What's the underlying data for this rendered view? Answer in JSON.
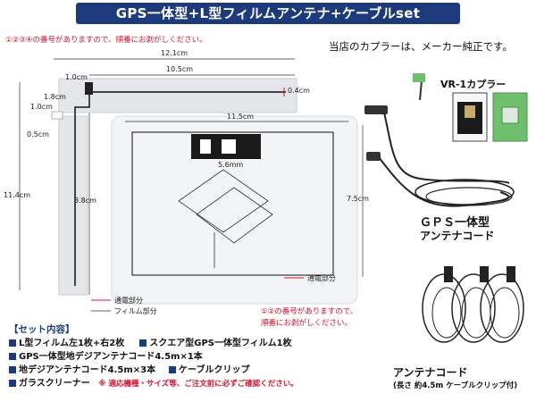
{
  "banner": {
    "title": "GPS一体型+L型フィルムアンテナ+ケーブルset"
  },
  "notice_top": "①②③④の番号がありますので、順番にお剥がしください。",
  "coupler_note": "当店のカプラーは、メーカー純正です。",
  "coupler_label": "VR-1カプラー",
  "dimensions": {
    "d121": "12.1cm",
    "d105": "10.5cm",
    "d10a": "1.0cm",
    "d18": "1.8cm",
    "d04": "0.4cm",
    "d10b": "1.0cm",
    "d05": "0.5cm",
    "d114": "11.4cm",
    "d88": "8.8cm",
    "d115": "11.5cm",
    "d56": "5.6mm",
    "d75": "7.5cm"
  },
  "legend": {
    "conduct_l": "通電部分",
    "film_l": "フィルム部分",
    "conduct_r": "通電部分"
  },
  "notice_mid": {
    "line1": "①②の番号がありますので、",
    "line2": "順番にお剥がしください。"
  },
  "gps_label": {
    "line1": "ＧＰＳ一体型",
    "line2": "アンテナコード"
  },
  "antenna_label": {
    "line1": "アンテナコード",
    "line2": "(長さ 約4.5m ケーブルクリップ付)"
  },
  "set_contents": {
    "title": "【セット内容】",
    "item1": "L型フィルム左1枚+右2枚",
    "item2": "スクエア型GPS一体型フィルム1枚",
    "item3": "GPS一体型地デジアンテナコード4.5m×1本",
    "item4": "地デジアンテナコード4.5m×3本",
    "item5": "ケーブルクリップ",
    "item6": "ガラスクリーナー",
    "warning": "※ 適応機種・サイズ等、ご注文前に必ずご確認ください。"
  },
  "colors": {
    "banner": "#1d3a7a",
    "accent_red": "#d8132e",
    "film": "#e4e6ea",
    "coupler_green": "#6fbf6f"
  }
}
